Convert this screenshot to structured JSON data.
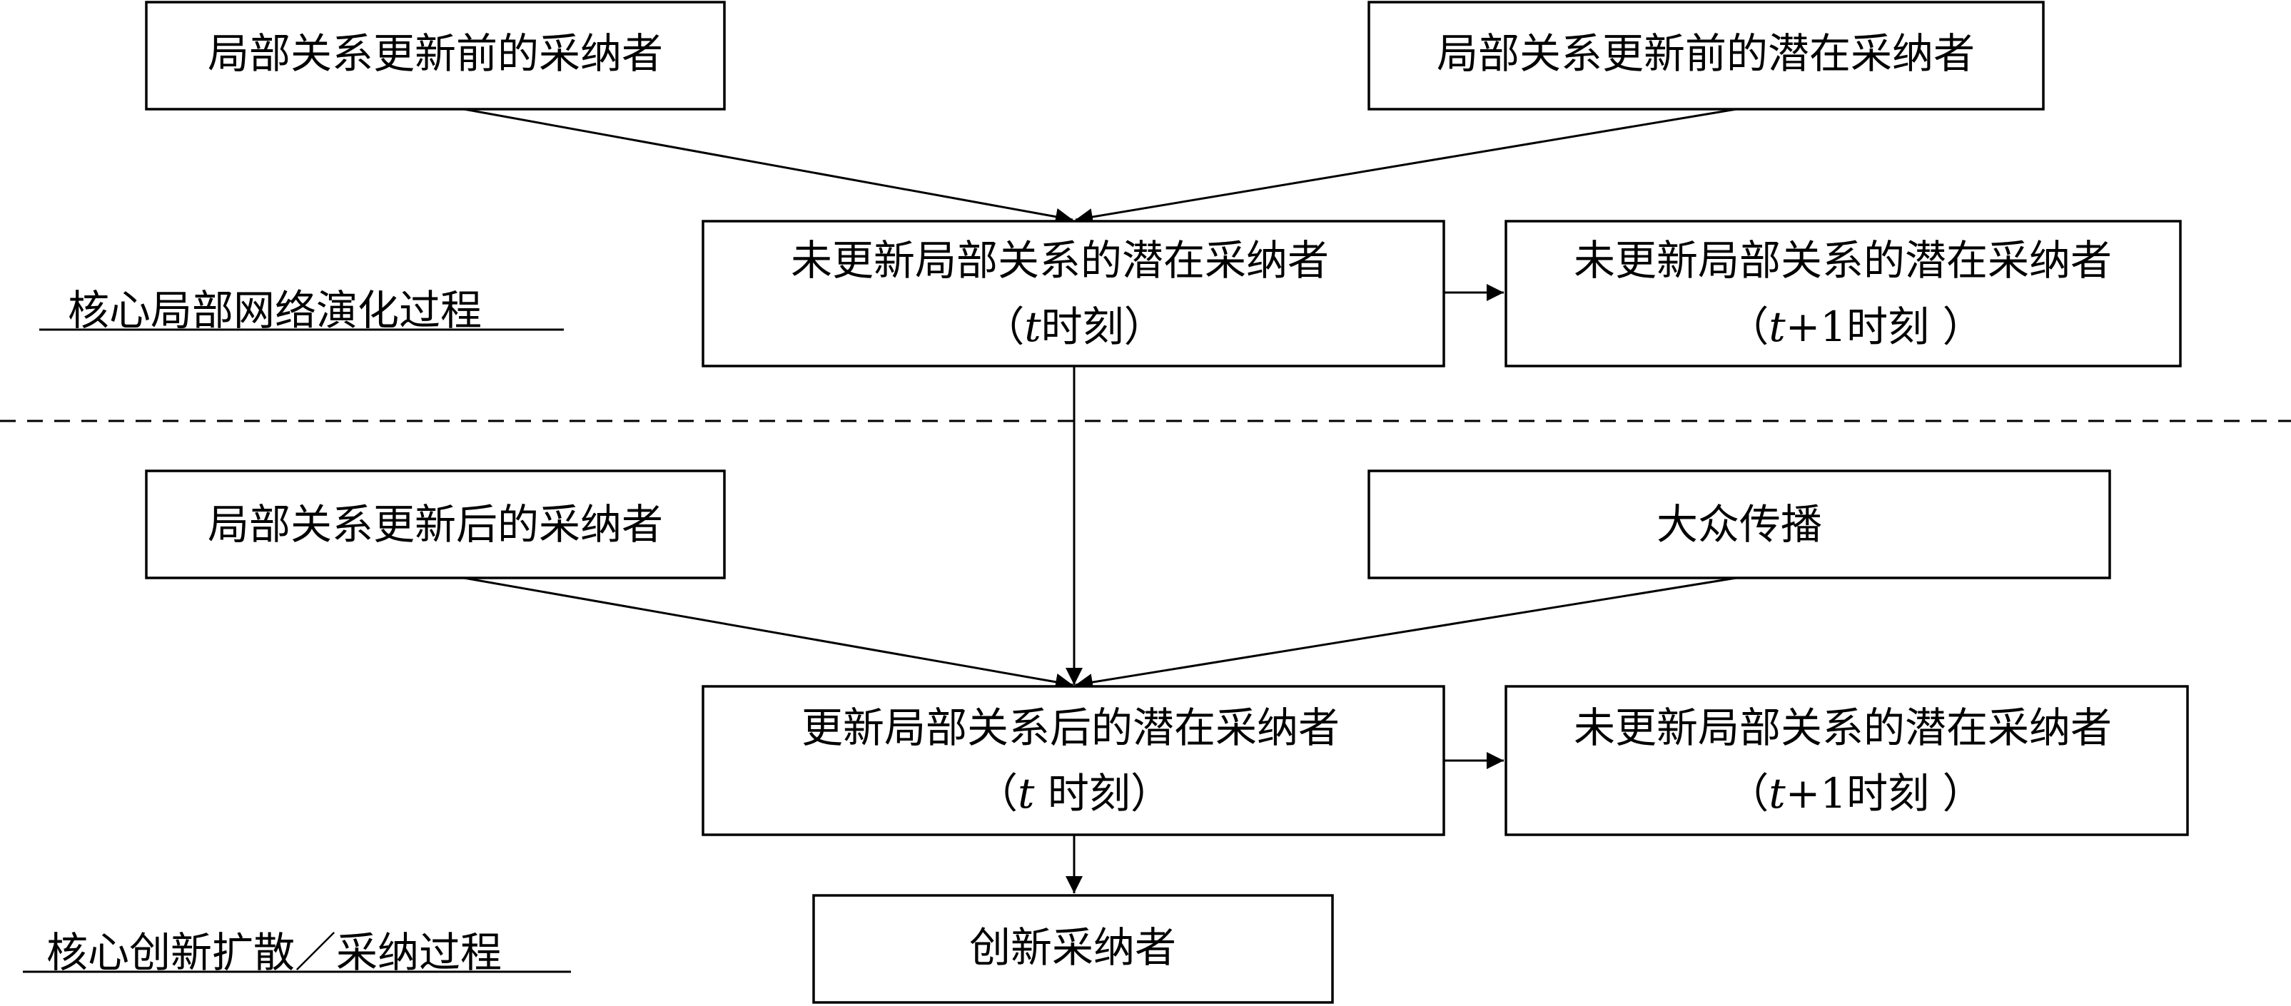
{
  "nodes": {
    "n_adopter_before": {
      "line1": "局部关系更新前的采纳者"
    },
    "n_potential_before": {
      "line1": "局部关系更新前的潜在采纳者"
    },
    "n_potential_t": {
      "line1": "未更新局部关系的潜在采纳者",
      "line2_open": "（",
      "line2_var": "t",
      "line2_rest": "时刻）"
    },
    "n_potential_t1_top": {
      "line1": "未更新局部关系的潜在采纳者",
      "line2_open": "（",
      "line2_var": "t",
      "line2_rest": "+1时刻 ）"
    },
    "n_adopter_after": {
      "line1": "局部关系更新后的采纳者"
    },
    "n_mass_media": {
      "line1": "大众传播"
    },
    "n_updated_potential_t": {
      "line1": "更新局部关系后的潜在采纳者",
      "line2_open": "（",
      "line2_var": "t",
      "line2_rest": " 时刻）"
    },
    "n_potential_t1_bottom": {
      "line1": "未更新局部关系的潜在采纳者",
      "line2_open": "（",
      "line2_var": "t",
      "line2_rest": "+1时刻 ）"
    },
    "n_innovation_adopter": {
      "line1": "创新采纳者"
    }
  },
  "sections": {
    "top": "核心局部网络演化过程",
    "bottom": "核心创新扩散／采纳过程"
  },
  "edges": [
    {
      "from": "n_adopter_before",
      "to": "n_potential_t"
    },
    {
      "from": "n_potential_before",
      "to": "n_potential_t"
    },
    {
      "from": "n_potential_t",
      "to": "n_potential_t1_top"
    },
    {
      "from": "n_potential_t",
      "to": "n_updated_potential_t"
    },
    {
      "from": "n_adopter_after",
      "to": "n_updated_potential_t"
    },
    {
      "from": "n_mass_media",
      "to": "n_updated_potential_t"
    },
    {
      "from": "n_updated_potential_t",
      "to": "n_potential_t1_bottom"
    },
    {
      "from": "n_updated_potential_t",
      "to": "n_innovation_adopter"
    }
  ]
}
